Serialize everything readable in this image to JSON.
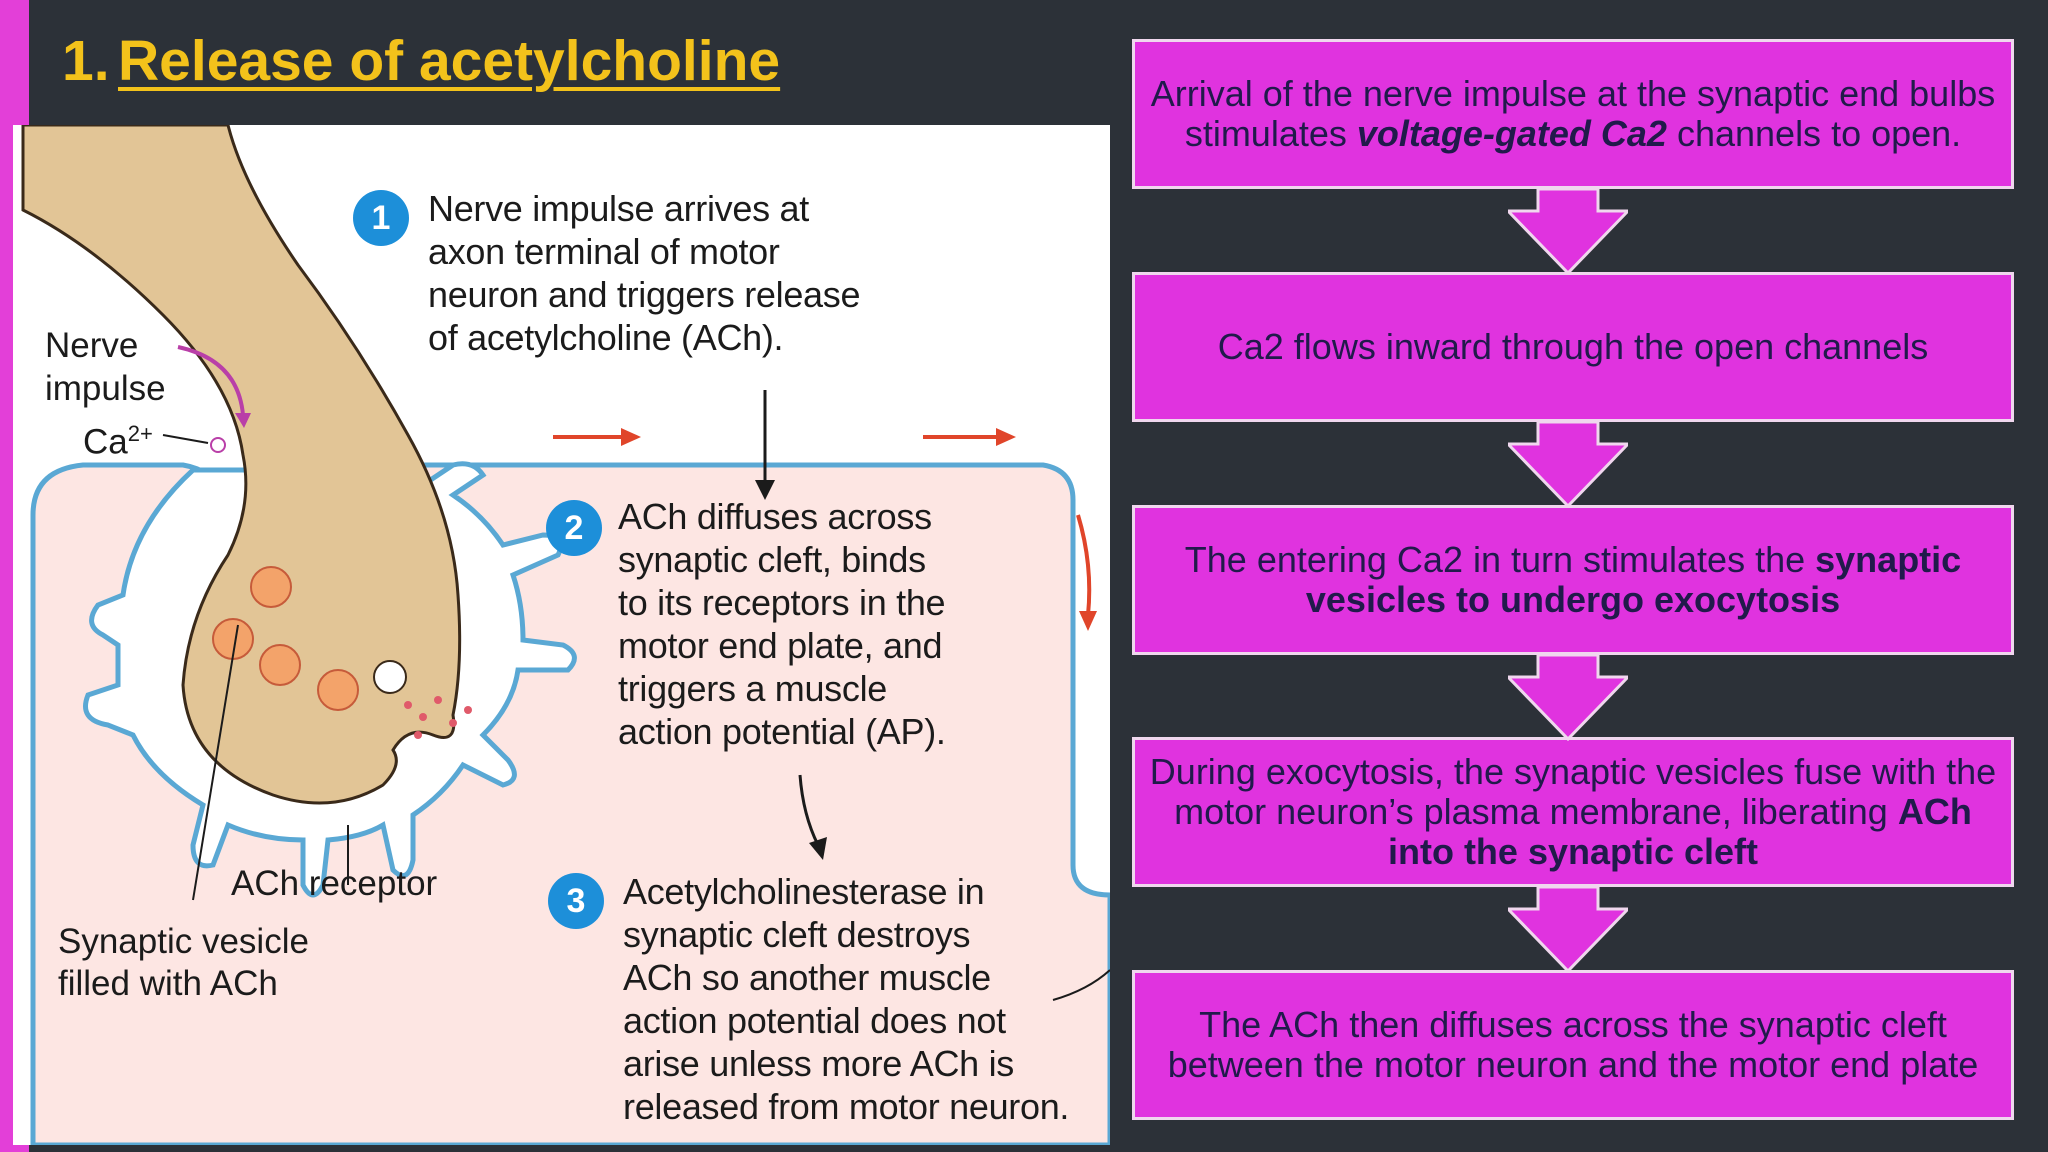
{
  "slide": {
    "title_number": "1.",
    "title": "Release of acetylcholine"
  },
  "diagram": {
    "steps": [
      {
        "number": "1",
        "lines": [
          "Nerve impulse arrives at",
          "axon terminal of motor",
          "neuron and triggers release",
          "of acetylcholine (ACh)."
        ]
      },
      {
        "number": "2",
        "lines": [
          "ACh diffuses across",
          "synaptic cleft, binds",
          "to its receptors in the",
          "motor end plate, and",
          "triggers a muscle",
          "action potential (AP)."
        ]
      },
      {
        "number": "3",
        "lines": [
          "Acetylcholinesterase in",
          "synaptic cleft destroys",
          "ACh so another muscle",
          "action potential does not",
          "arise unless more ACh is",
          "released from motor neuron."
        ]
      }
    ],
    "labels": {
      "nerve": "Nerve",
      "impulse": "impulse",
      "ca": "Ca",
      "ca_sup": "2+",
      "ach_receptor": "ACh receptor",
      "vesicle_1": "Synaptic vesicle",
      "vesicle_2": "filled with ACh"
    },
    "colors": {
      "axon": "#e2c596",
      "membrane": "#5aa8d4",
      "muscle": "#fde6e3",
      "arrow_red": "#e0452a",
      "arrow_purple": "#b93fa8"
    }
  },
  "flow": {
    "boxes": [
      {
        "parts": [
          {
            "t": "Arrival of the nerve impulse at the synaptic end bulbs stimulates ",
            "s": ""
          },
          {
            "t": "voltage-gated Ca2",
            "s": "bi"
          },
          {
            "t": " channels to open.",
            "s": ""
          }
        ]
      },
      {
        "parts": [
          {
            "t": "Ca2 flows inward through the open channels",
            "s": ""
          }
        ]
      },
      {
        "parts": [
          {
            "t": "The entering Ca2 in turn stimulates the ",
            "s": ""
          },
          {
            "t": "synaptic vesicles to undergo exocytosis",
            "s": "b"
          }
        ]
      },
      {
        "parts": [
          {
            "t": "During exocytosis, the synaptic vesicles fuse with the motor neuron’s plasma membrane, liberating ",
            "s": ""
          },
          {
            "t": "ACh into the synaptic cleft",
            "s": "b"
          }
        ]
      },
      {
        "parts": [
          {
            "t": "The ACh then diffuses across the synaptic cleft between the motor neuron and the motor end plate",
            "s": ""
          }
        ]
      }
    ],
    "box_color": "#e033df",
    "text_color": "#211a4b"
  }
}
